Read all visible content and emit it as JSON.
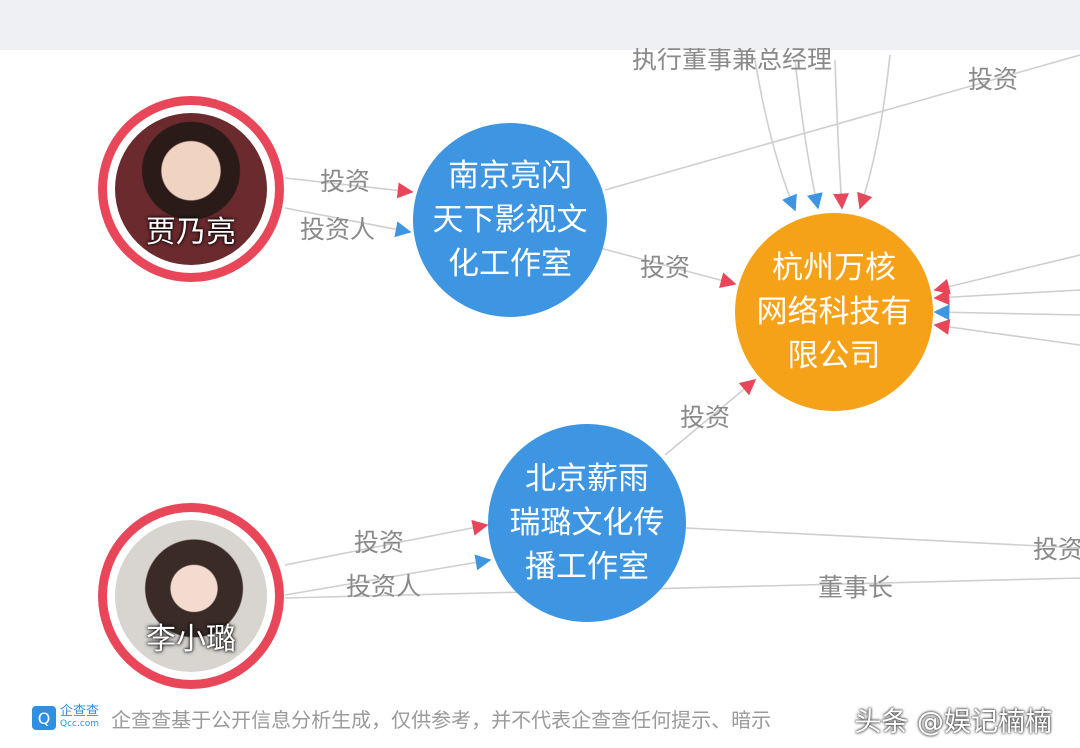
{
  "nodes": {
    "person1": {
      "name": "贾乃亮"
    },
    "company1": {
      "name": "南京亮闪天下影视文化工作室",
      "lines": [
        "南京亮闪",
        "天下影视文",
        "化工作室"
      ]
    },
    "center": {
      "name": "杭州万核网络科技有限公司",
      "lines": [
        "杭州万核",
        "网络科技有",
        "限公司"
      ]
    },
    "company2": {
      "name": "北京薪雨瑞璐文化传播工作室",
      "lines": [
        "北京薪雨",
        "瑞璐文化传",
        "播工作室"
      ]
    },
    "person2": {
      "name": "李小璐"
    }
  },
  "edges": {
    "top_label": "执行董事兼总经理",
    "top_right_invest": "投资",
    "p1_c1_invest": "投资",
    "p1_c1_investor": "投资人",
    "c1_center_invest": "投资",
    "c2_center_invest": "投资",
    "p2_c2_invest": "投资",
    "p2_c2_investor": "投资人",
    "chairman": "董事长",
    "right_invest": "投资"
  },
  "footer": {
    "logo_text": "企查查",
    "logo_sub": "Qcc.com",
    "disclaimer": "企查查基于公开信息分析生成，仅供参考，并不代表企查查任何提示、暗示",
    "watermark": "头条 @娱记楠楠"
  },
  "colors": {
    "company": "#3e95e2",
    "center": "#f6a218",
    "person_border": "#e8475a",
    "arrow_red": "#e8475a",
    "arrow_blue": "#3e95e2"
  }
}
